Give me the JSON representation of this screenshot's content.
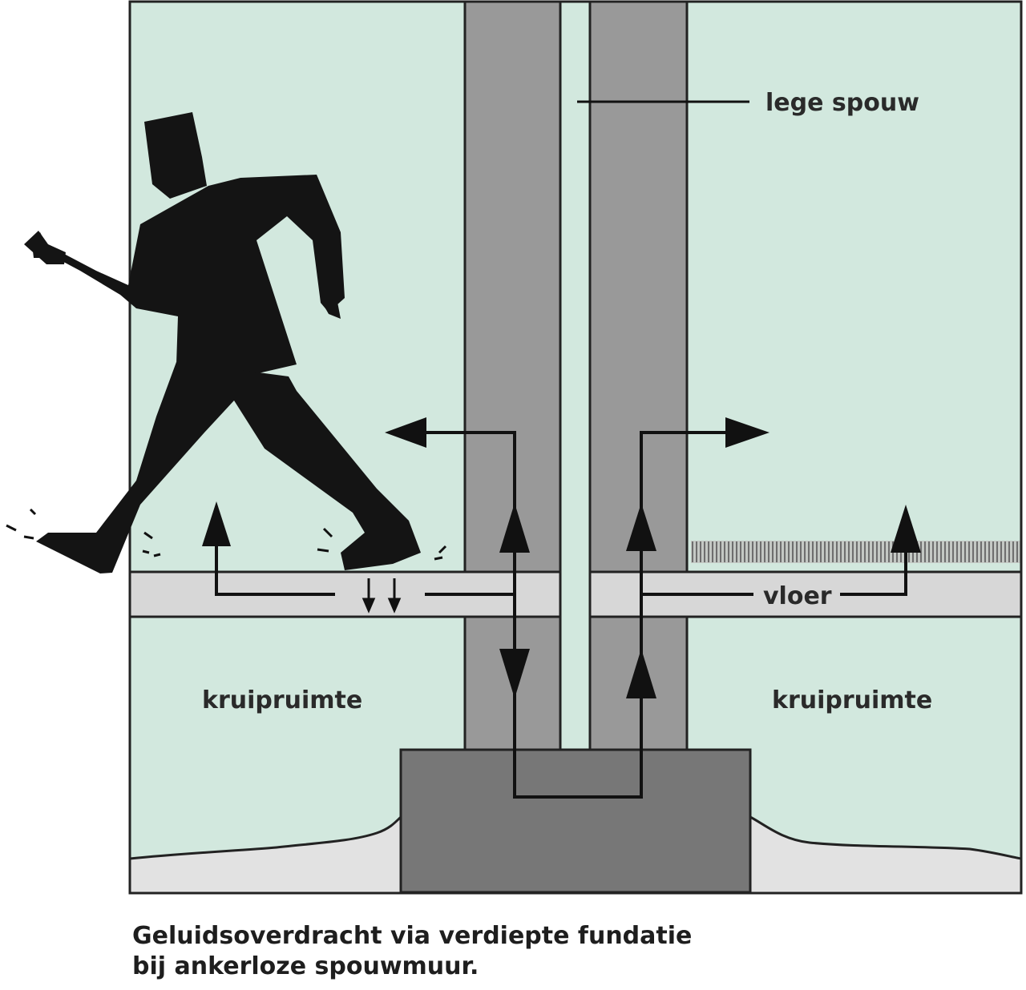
{
  "labels": {
    "cavity": "lege spouw",
    "floor": "vloer",
    "crawlspace_left": "kruipruimte",
    "crawlspace_right": "kruipruimte"
  },
  "caption": {
    "line1": "Geluidsoverdracht via verdiepte fundatie",
    "line2": "bij ankerloze spouwmuur."
  },
  "colors": {
    "room": "#d2e8de",
    "wall": "#999999",
    "foundation": "#777777",
    "floor": "#d7d7d7",
    "ground": "#e2e2e2",
    "figure": "#141414",
    "arrow": "#111111"
  }
}
